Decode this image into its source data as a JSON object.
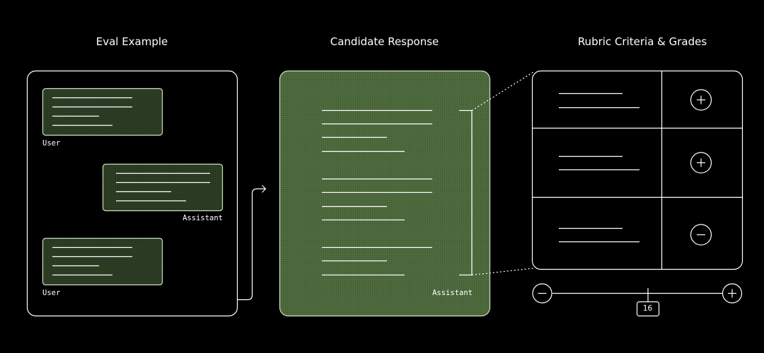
{
  "panels": {
    "eval_example": {
      "title": "Eval Example",
      "messages": [
        {
          "role_label": "User"
        },
        {
          "role_label": "Assistant"
        },
        {
          "role_label": "User"
        }
      ]
    },
    "candidate_response": {
      "title": "Candidate Response",
      "role_label": "Assistant"
    },
    "rubric": {
      "title": "Rubric Criteria & Grades",
      "criteria": [
        {
          "grade_icon": "plus-circle-icon"
        },
        {
          "grade_icon": "plus-circle-icon"
        },
        {
          "grade_icon": "minus-circle-icon"
        }
      ],
      "scale": {
        "min_icon": "minus-circle-icon",
        "max_icon": "plus-circle-icon",
        "value": "16"
      }
    }
  },
  "colors": {
    "background": "#000000",
    "line": "#ffffff",
    "bubble_fill": "#2c3d24",
    "bubble_border": "#d4e6c4",
    "response_fill": "#4e6b3e",
    "response_border": "#d4e6c4"
  }
}
